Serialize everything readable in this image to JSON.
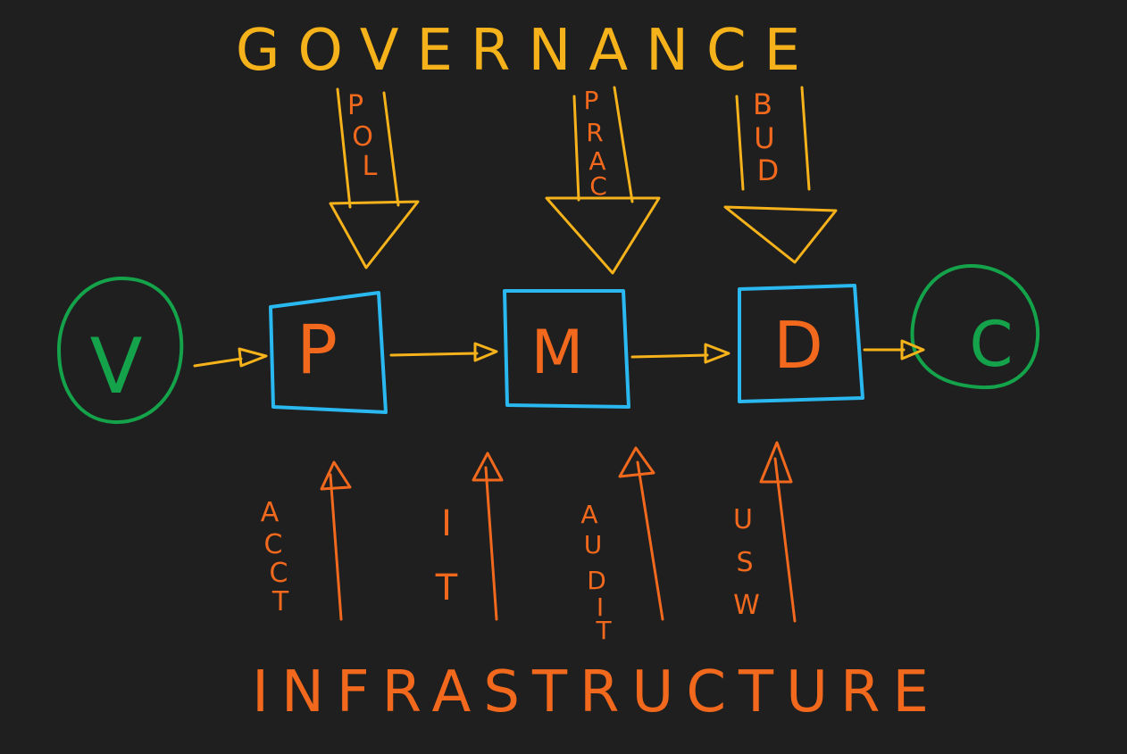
{
  "colors": {
    "background": "#1f1f1f",
    "yellow": "#f5b21a",
    "orange": "#f2691d",
    "blue": "#2ab8f0",
    "green": "#14a34a"
  },
  "top_label": "GOVERNANCE",
  "bottom_label": "INFRASTRUCTURE",
  "start_node": "V",
  "end_node": "C",
  "stages": [
    "P",
    "M",
    "D"
  ],
  "governance_inputs": [
    {
      "letters": [
        "P",
        "O",
        "L"
      ]
    },
    {
      "letters": [
        "P",
        "R",
        "A",
        "C"
      ]
    },
    {
      "letters": [
        "B",
        "U",
        "D"
      ]
    }
  ],
  "infrastructure_inputs": [
    {
      "letters": [
        "A",
        "C",
        "C",
        "T"
      ]
    },
    {
      "letters": [
        "I",
        "T"
      ]
    },
    {
      "letters": [
        "A",
        "U",
        "D",
        "I",
        "T"
      ]
    },
    {
      "letters": [
        "U",
        "S",
        "W"
      ]
    }
  ]
}
